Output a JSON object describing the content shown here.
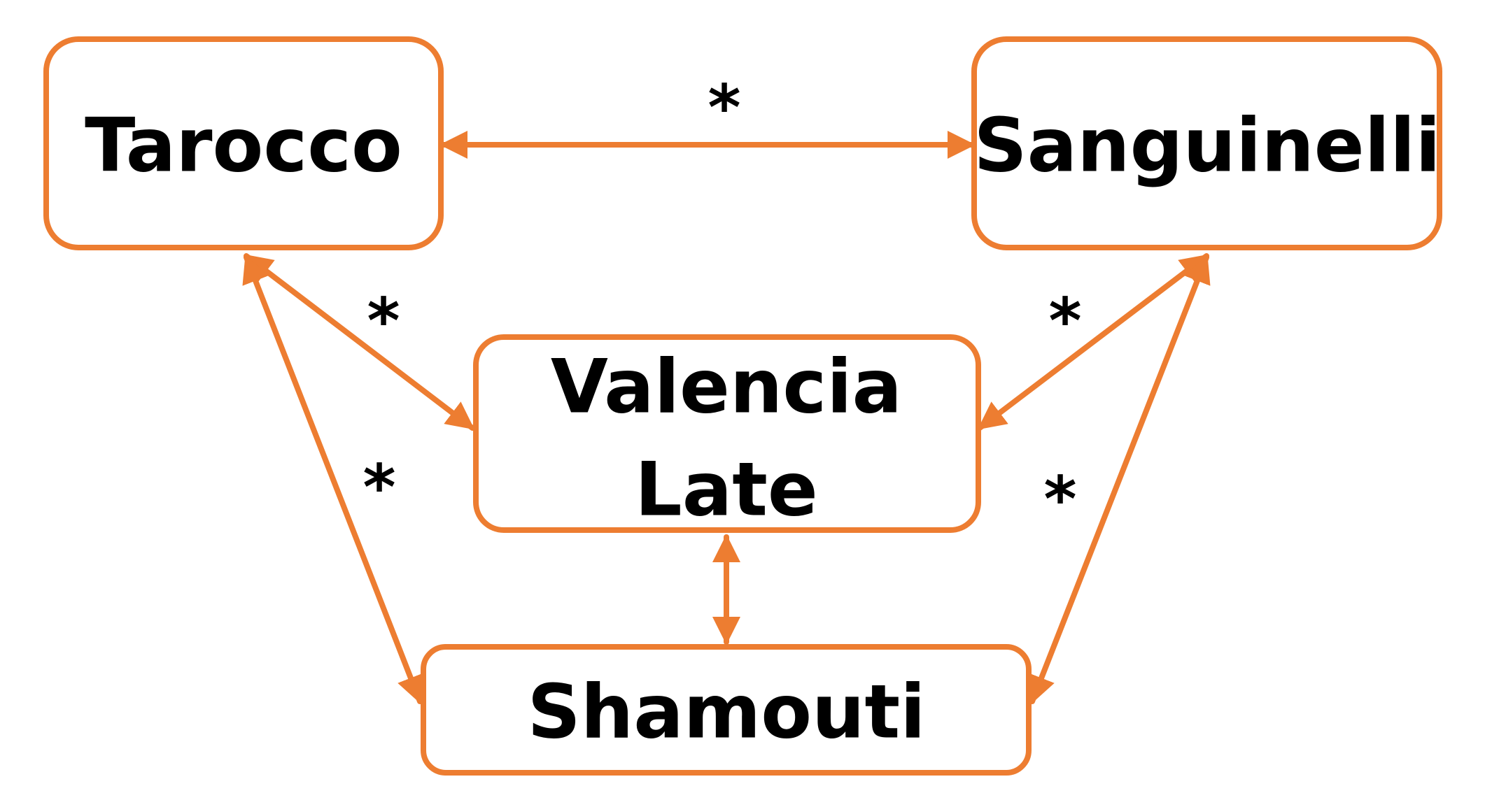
{
  "diagram": {
    "accent_color": "#ED7D31",
    "text_color": "#000000",
    "nodes": {
      "tarocco": "Tarocco",
      "sanguinelli": "Sanguinelli",
      "valencia_line1": "Valencia",
      "valencia_line2": "Late",
      "shamouti": "Shamouti"
    },
    "edges": [
      {
        "from": "Tarocco",
        "to": "Sanguinelli",
        "label": "*"
      },
      {
        "from": "Tarocco",
        "to": "Valencia Late",
        "label": "*"
      },
      {
        "from": "Sanguinelli",
        "to": "Valencia Late",
        "label": "*"
      },
      {
        "from": "Tarocco",
        "to": "Shamouti",
        "label": "*"
      },
      {
        "from": "Sanguinelli",
        "to": "Shamouti",
        "label": "*"
      },
      {
        "from": "Valencia Late",
        "to": "Shamouti",
        "label": ""
      }
    ]
  }
}
